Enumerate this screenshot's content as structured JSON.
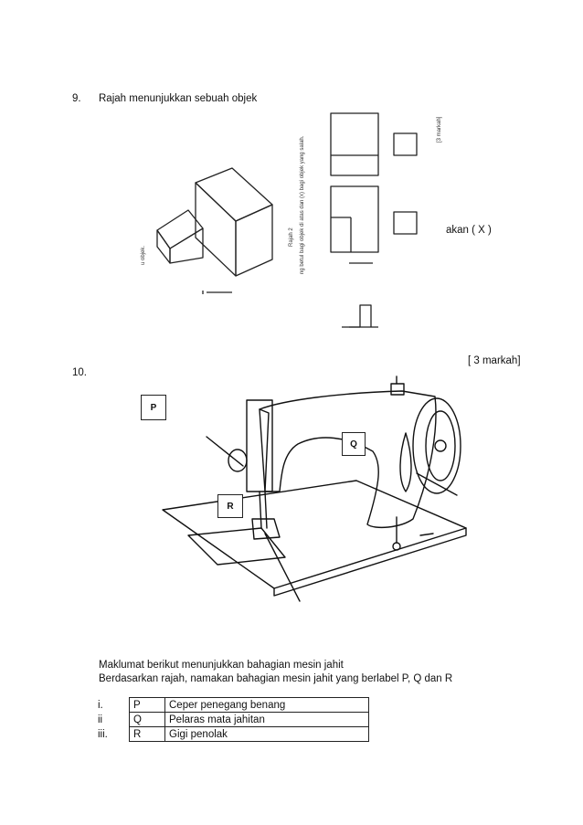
{
  "q9": {
    "number": "9.",
    "stem": "Rajah  menunjukkan sebuah objek",
    "answer_hint": "akan ( X )",
    "marks": "[ 3 markah]",
    "figure": {
      "label_rajah": "Rajah 2",
      "label_marks": "[3 markah]",
      "label_instruction": "ng betul bagi objek di atas dan (x) bagi objek yang salah.",
      "label_objek": "u objek."
    }
  },
  "q10": {
    "number": "10.",
    "labels": {
      "p": "P",
      "q": "Q",
      "r": "R"
    },
    "info_line1": "Maklumat berikut menunjukkan bahagian mesin jahit",
    "info_line2": "Berdasarkan rajah,  namakan  bahagian mesin jahit yang berlabel P, Q dan R",
    "answers": [
      {
        "num": "i.",
        "letter": "P",
        "text": "Ceper penegang benang"
      },
      {
        "num": "ii",
        "letter": "Q",
        "text": "Pelaras mata jahitan"
      },
      {
        "num": "iii.",
        "letter": "R",
        "text": "Gigi penolak"
      }
    ]
  }
}
